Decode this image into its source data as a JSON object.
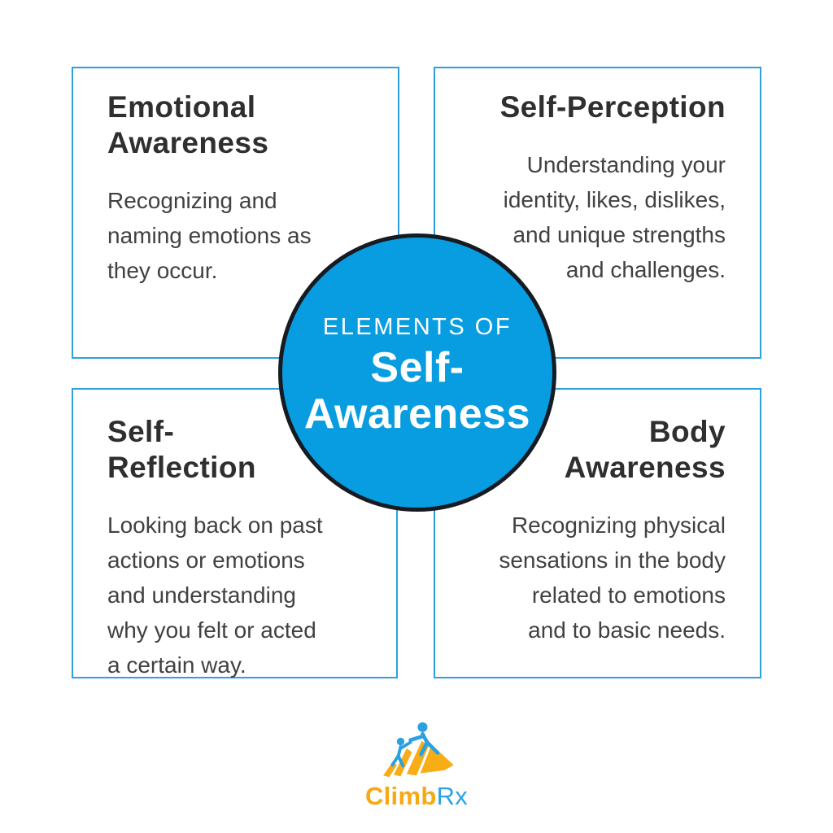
{
  "canvas": {
    "background": "#ffffff"
  },
  "colors": {
    "box_border": "#2f9fdd",
    "circle_fill": "#089de0",
    "circle_border": "#161a21",
    "heading_text": "#2f2f2f",
    "body_text": "#414141",
    "center_text": "#ffffff",
    "logo_gold": "#f7a913",
    "logo_blue": "#2ea2e2"
  },
  "center_circle": {
    "eyebrow": "ELEMENTS OF",
    "title": "Self-Awareness",
    "title_lines": [
      "Self-",
      "Awareness"
    ]
  },
  "quadrants": [
    {
      "id": "emotional-awareness",
      "align": "left",
      "title": "Emotional Awareness",
      "title_lines": [
        "Emotional",
        "Awareness"
      ],
      "body": "Recognizing and naming emotions as they occur.",
      "body_lines": [
        "Recognizing and",
        "naming emotions as",
        "they occur."
      ]
    },
    {
      "id": "self-perception",
      "align": "right",
      "title": "Self-Perception",
      "title_lines": [
        "Self-Perception"
      ],
      "body": "Understanding your identity, likes, dislikes, and unique strengths and challenges.",
      "body_lines": [
        "Understanding your",
        "identity, likes, dislikes,",
        "and unique strengths",
        "and challenges."
      ]
    },
    {
      "id": "self-reflection",
      "align": "left",
      "title": "Self-Reflection",
      "title_lines": [
        "Self-",
        "Reflection"
      ],
      "body": "Looking back on past actions or emotions and understanding why you felt or acted a certain way.",
      "body_lines": [
        "Looking back on past",
        "actions or emotions",
        "and understanding",
        "why you felt or acted",
        "a certain way."
      ]
    },
    {
      "id": "body-awareness",
      "align": "right",
      "title": "Body Awareness",
      "title_lines": [
        "Body",
        "Awareness"
      ],
      "body": "Recognizing physical sensations in the body related to emotions and to basic needs.",
      "body_lines": [
        "Recognizing physical",
        "sensations in the body",
        "related to emotions",
        "and to basic needs."
      ]
    }
  ],
  "logo": {
    "brand": "ClimbRx",
    "brand_primary": "Climb",
    "brand_suffix": "Rx",
    "icon": "mountain-climbers-icon"
  }
}
